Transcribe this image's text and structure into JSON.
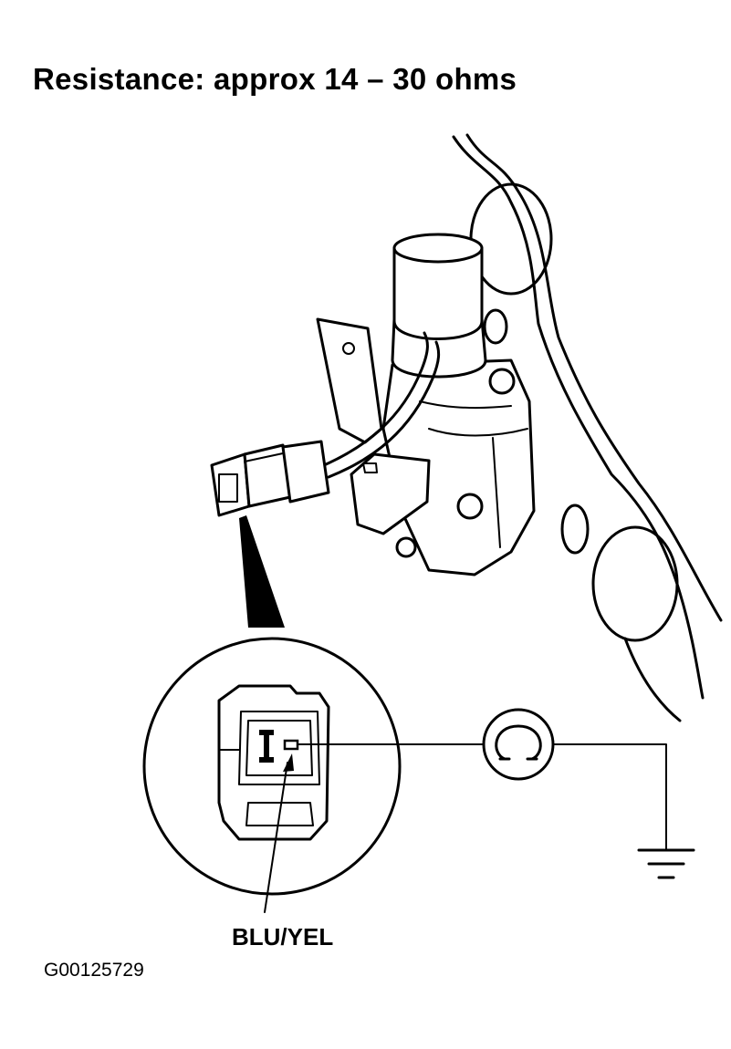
{
  "header": {
    "title": "Resistance: approx 14 – 30 ohms"
  },
  "callouts": {
    "wire_color": "BLU/YEL"
  },
  "footer": {
    "figure_id": "G00125729"
  },
  "symbols": {
    "meter": "ohmmeter-symbol",
    "ground": "ground-symbol"
  }
}
